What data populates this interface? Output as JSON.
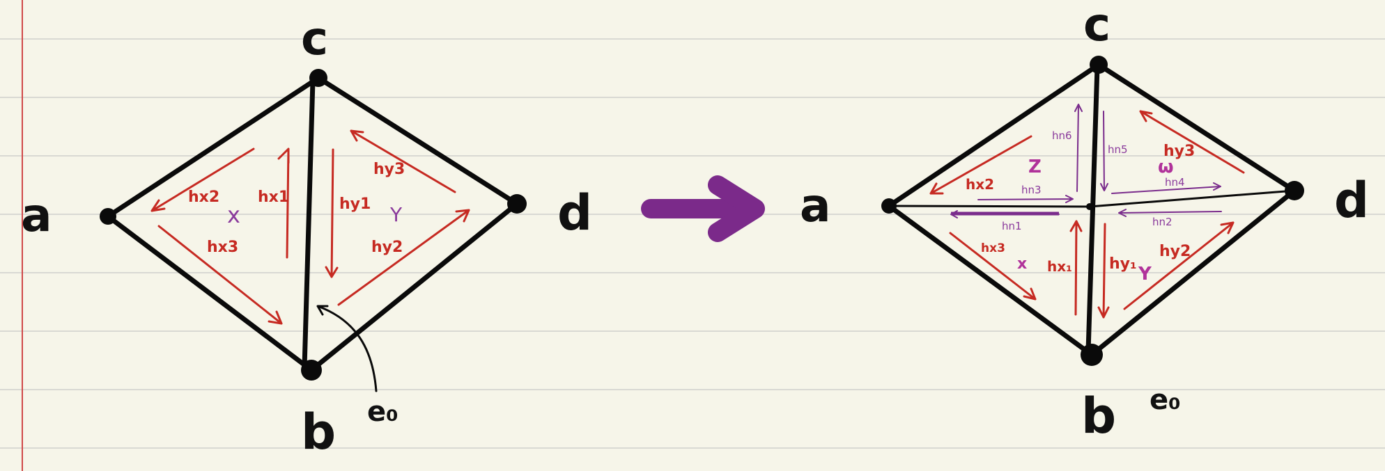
{
  "colors": {
    "paper": "#f6f5e9",
    "rule_line": "#d9d9d3",
    "margin_line": "#d04848",
    "edge": "#0a0a0a",
    "halfedge_red": "#c62a22",
    "halfedge_purple": "#7a2c8c",
    "face_label": "#b0329a",
    "transform_arrow": "#7b2a8a"
  },
  "left_diagram": {
    "vertices": {
      "a": "a",
      "b": "b",
      "c": "c",
      "d": "d"
    },
    "halfedges": {
      "hx1": "hx1",
      "hx2": "hx2",
      "hx3": "hx3",
      "hy1": "hy1",
      "hy2": "hy2",
      "hy3": "hy3"
    },
    "faces": {
      "x": "x",
      "y": "Y"
    },
    "edge_label": "e₀"
  },
  "right_diagram": {
    "vertices": {
      "a": "a",
      "b": "b",
      "c": "c",
      "d": "d"
    },
    "halfedges": {
      "hx1": "hx₁",
      "hx2": "hx2",
      "hx3": "hx3",
      "hy1": "hy₁",
      "hy2": "hy2",
      "hy3": "hy3",
      "hn1": "hn1",
      "hn2": "hn2",
      "hn3": "hn3",
      "hn4": "hn4",
      "hn5": "hn5",
      "hn6": "hn6"
    },
    "faces": {
      "x": "x",
      "y": "Y",
      "z": "Z",
      "w": "ω"
    },
    "edge_label": "e₀"
  },
  "transform_arrow_icon": "right-arrow-icon"
}
